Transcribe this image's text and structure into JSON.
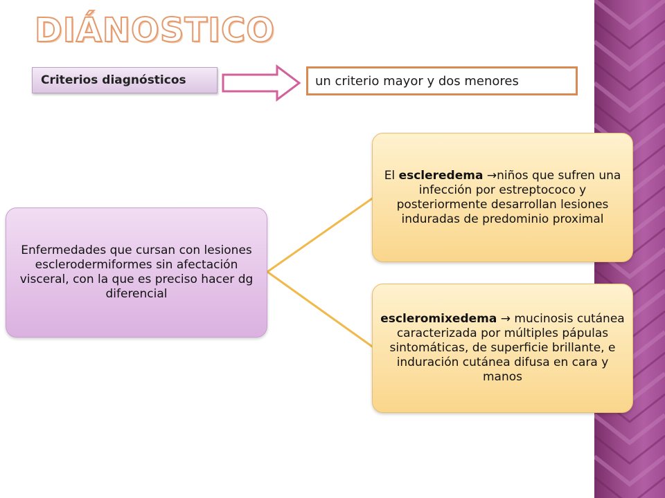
{
  "slide": {
    "title": "DIÁNOSTICO",
    "criteria_label": "Criterios diagnósticos",
    "criteria_value": "un criterio mayor y dos menores"
  },
  "diagram": {
    "root": "Enfermedades que cursan con lesiones esclerodermiformes sin afectación visceral, con la que es preciso hacer dg diferencial",
    "children": [
      {
        "prefix": "El ",
        "term": "escleredema",
        "arrow": " →",
        "text": "niños que sufren una infección por estreptococo y posteriormente desarrollan lesiones induradas de predominio proximal"
      },
      {
        "prefix": "",
        "term": "escleromixedema",
        "arrow": " → ",
        "text": "mucinosis cutánea caracterizada por múltiples pápulas  sintomáticas, de superficie brillante, e induración cutánea difusa en cara y manos"
      }
    ]
  },
  "colors": {
    "band": "#9a4a8a",
    "title_stroke": "#e39a6d",
    "value_border": "#d98a52",
    "arrow_stroke": "#d35f9b",
    "connector": "#f0b94a"
  }
}
